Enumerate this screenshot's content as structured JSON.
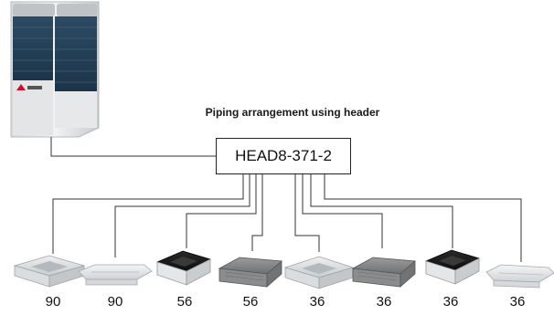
{
  "diagram": {
    "title": "Piping arrangement using header",
    "header_label": "HEAD8-371-2",
    "outdoor_unit": {
      "icon": "outdoor-unit-icon"
    },
    "indoor_units": [
      {
        "capacity": "90",
        "icon": "ceiling-cassette-icon"
      },
      {
        "capacity": "90",
        "icon": "under-ceiling-unit-icon"
      },
      {
        "capacity": "56",
        "icon": "compact-cassette-icon"
      },
      {
        "capacity": "56",
        "icon": "ducted-unit-icon"
      },
      {
        "capacity": "36",
        "icon": "ceiling-cassette-icon"
      },
      {
        "capacity": "36",
        "icon": "ducted-unit-icon"
      },
      {
        "capacity": "36",
        "icon": "compact-cassette-icon"
      },
      {
        "capacity": "36",
        "icon": "under-ceiling-unit-icon"
      }
    ]
  }
}
